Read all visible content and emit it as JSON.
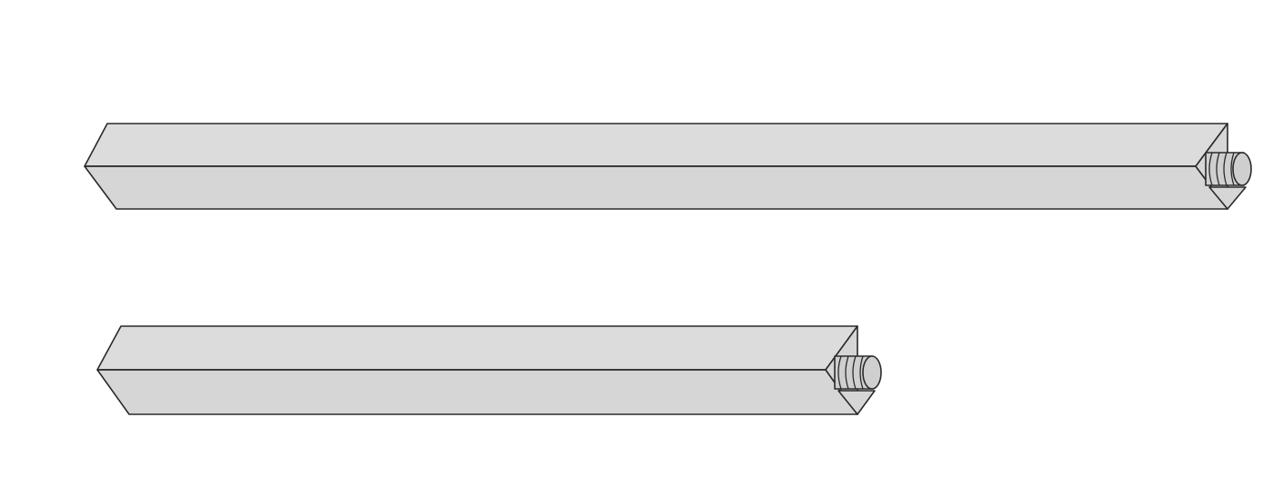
{
  "diagram": {
    "objects": [
      {
        "kind": "square-prism-rod",
        "relative_length": "long",
        "end_feature": "threaded-stud"
      },
      {
        "kind": "square-prism-rod",
        "relative_length": "short",
        "end_feature": "threaded-stud"
      }
    ],
    "colors": {
      "face_top": "#dcdcdc",
      "face_bottom": "#d6d6d6",
      "edge": "#2a2a2a",
      "thread": "#cfcfcf",
      "background": "#ffffff"
    }
  }
}
